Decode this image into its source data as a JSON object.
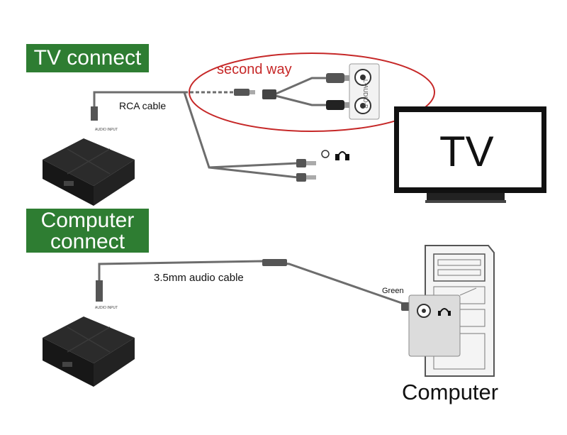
{
  "labels": {
    "tv_connect": "TV connect",
    "computer_connect": [
      "Computer",
      "connect"
    ],
    "second_way": "second way",
    "rca_cable": "RCA cable",
    "audio_cable": "3.5mm audio cable",
    "green_port": "Green",
    "tv": "TV",
    "computer": "Computer",
    "rca_jack": "L-AUDIO-R",
    "audio_input": "AUDIO INPUT"
  },
  "colors": {
    "label_bg": "#2e7d32",
    "highlight_ellipse": "#c62828",
    "cable": "#6d6d6d",
    "device": "#1e1e1e"
  },
  "icons": [
    "headphone-icon",
    "audio-port-icon",
    "rca-jack-icon"
  ]
}
